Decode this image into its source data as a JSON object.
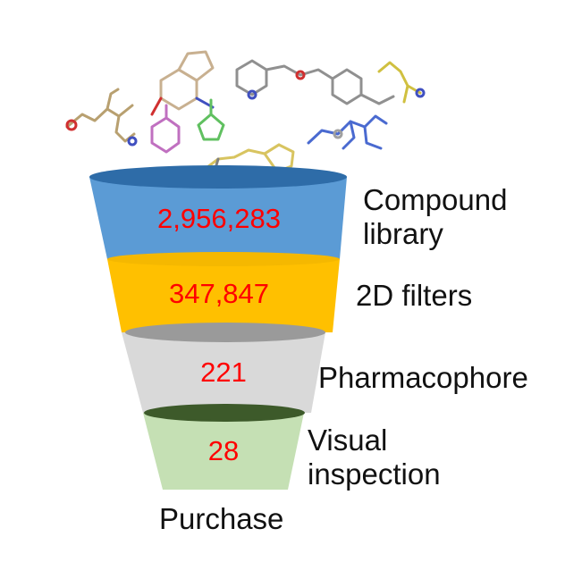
{
  "funnel": {
    "stages": [
      {
        "count": "2,956,283",
        "label": "Compound library",
        "label_lines": [
          "Compound",
          "library"
        ],
        "color": "#5b9bd5"
      },
      {
        "count": "347,847",
        "label": "2D filters",
        "label_lines": [
          "2D filters"
        ],
        "color": "#ffc000"
      },
      {
        "count": "221",
        "label": "Pharmacophore",
        "label_lines": [
          "Pharmacophore"
        ],
        "color": "#d9d9d9"
      },
      {
        "count": "28",
        "label": "Visual inspection",
        "label_lines": [
          "Visual",
          "inspection"
        ],
        "color": "#c5e0b4"
      }
    ],
    "final_label": "Purchase",
    "count_color": "#ff0000"
  }
}
